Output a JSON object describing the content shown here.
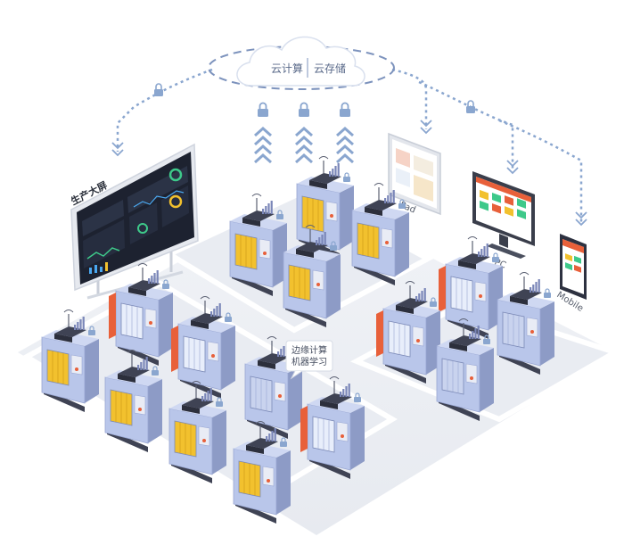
{
  "cloud": {
    "left_label": "云计算",
    "right_label": "云存储"
  },
  "big_screen": {
    "title": "生产大屏"
  },
  "devices": {
    "pad_label": "Pad",
    "pc_label": "PC",
    "mobile_label": "Mobile"
  },
  "edge_callout": {
    "line1": "边缘计算",
    "line2": "机器学习"
  },
  "colors": {
    "link_blue": "#8aa6cf",
    "platform": "#eef0f4",
    "machine_body": "#b9c6ea",
    "machine_dark": "#3f4354",
    "panel_yellow": "#f2c12e",
    "panel_orange": "#e8603a",
    "screen_bg": "#1d2230"
  }
}
